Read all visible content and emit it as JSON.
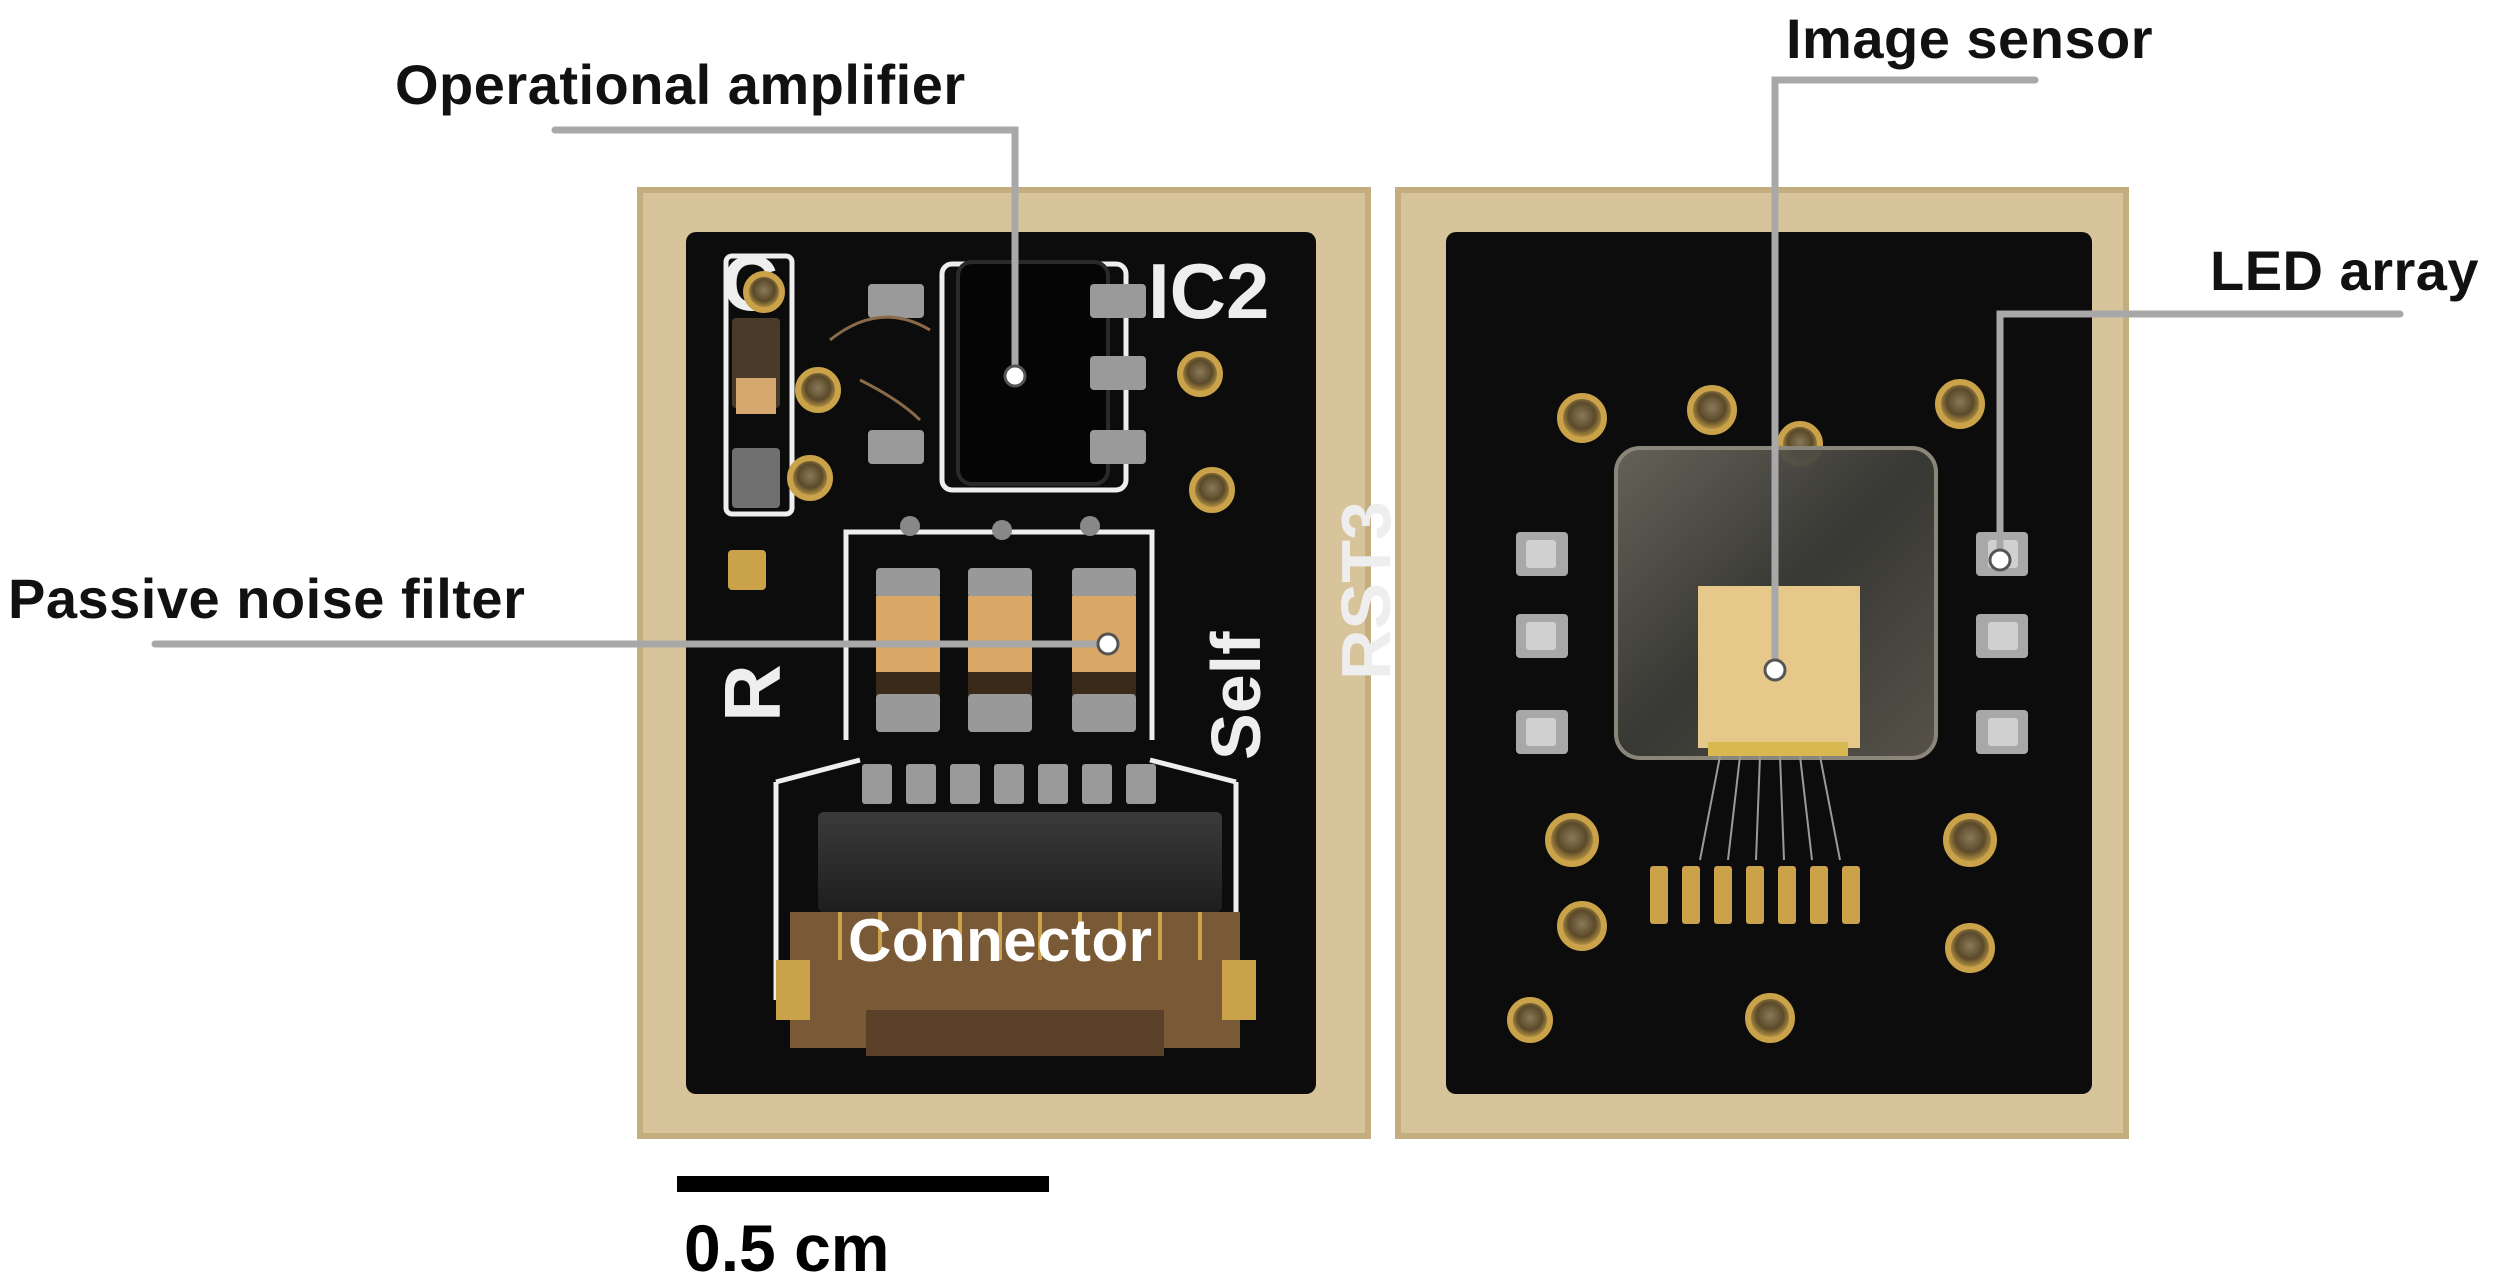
{
  "labels": {
    "operational_amplifier": "Operational amplifier",
    "passive_noise_filter": "Passive noise filter",
    "connector": "Connector",
    "image_sensor": "Image sensor",
    "led_array": "LED array"
  },
  "silkscreen": {
    "ic2": "IC2",
    "self": "Self",
    "rst3": "RST3"
  },
  "scale_bar": {
    "label": "0.5 cm"
  },
  "colors": {
    "background": "#ffffff",
    "board_backing": "#d8c49a",
    "pcb": "#0c0c0c",
    "leader_line": "#a8a8a8",
    "gold_pad": "#d6b25a",
    "sensor_gold": "#e6c88a"
  }
}
